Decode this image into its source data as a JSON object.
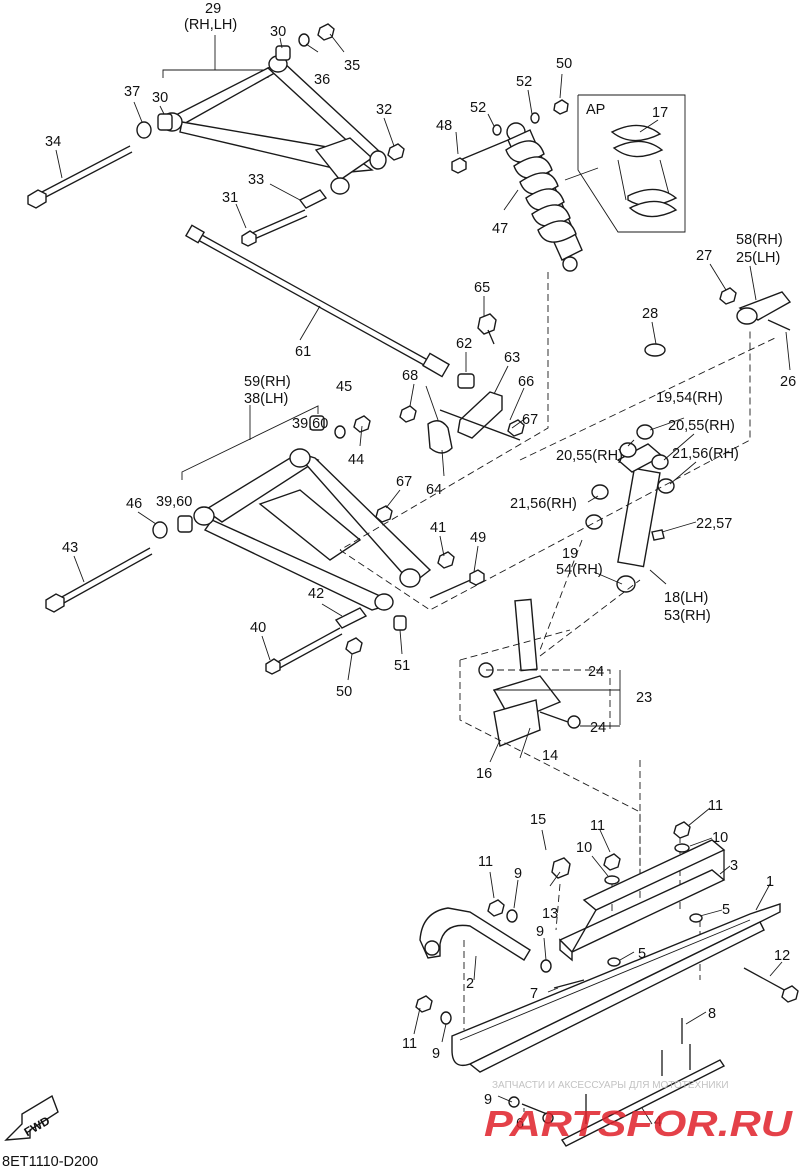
{
  "diagram_code": "8ET1110-D200",
  "fwd_label": "FWD",
  "ap_box_label": "AP",
  "watermark": {
    "small_text": "ЗАПЧАСТИ И АКСЕССУАРЫ ДЛЯ МОТОТЕХНИКИ",
    "brand_text": "PARTSFOR.RU",
    "color": "#e0202a"
  },
  "labels": [
    "29",
    "(RH,LH)",
    "30",
    "30",
    "35",
    "36",
    "37",
    "34",
    "32",
    "33",
    "31",
    "52",
    "50",
    "52",
    "48",
    "47",
    "17",
    "58(RH)",
    "25(LH)",
    "27",
    "26",
    "65",
    "62",
    "63",
    "66",
    "67",
    "61",
    "59(RH)",
    "38(LH)",
    "45",
    "68",
    "39,60",
    "44",
    "64",
    "67",
    "46",
    "39,60",
    "43",
    "41",
    "49",
    "42",
    "40",
    "50",
    "51",
    "28",
    "19,54(RH)",
    "20,55(RH)",
    "20,55(RH)",
    "21,56(RH)",
    "21,56(RH)",
    "22,57",
    "19",
    "54(RH)",
    "18(LH)",
    "53(RH)",
    "24",
    "23",
    "24",
    "14",
    "16",
    "15",
    "11",
    "10",
    "10",
    "11",
    "3",
    "1",
    "11",
    "9",
    "13",
    "9",
    "5",
    "5",
    "12",
    "2",
    "7",
    "8",
    "11",
    "9",
    "9",
    "6",
    "4"
  ]
}
